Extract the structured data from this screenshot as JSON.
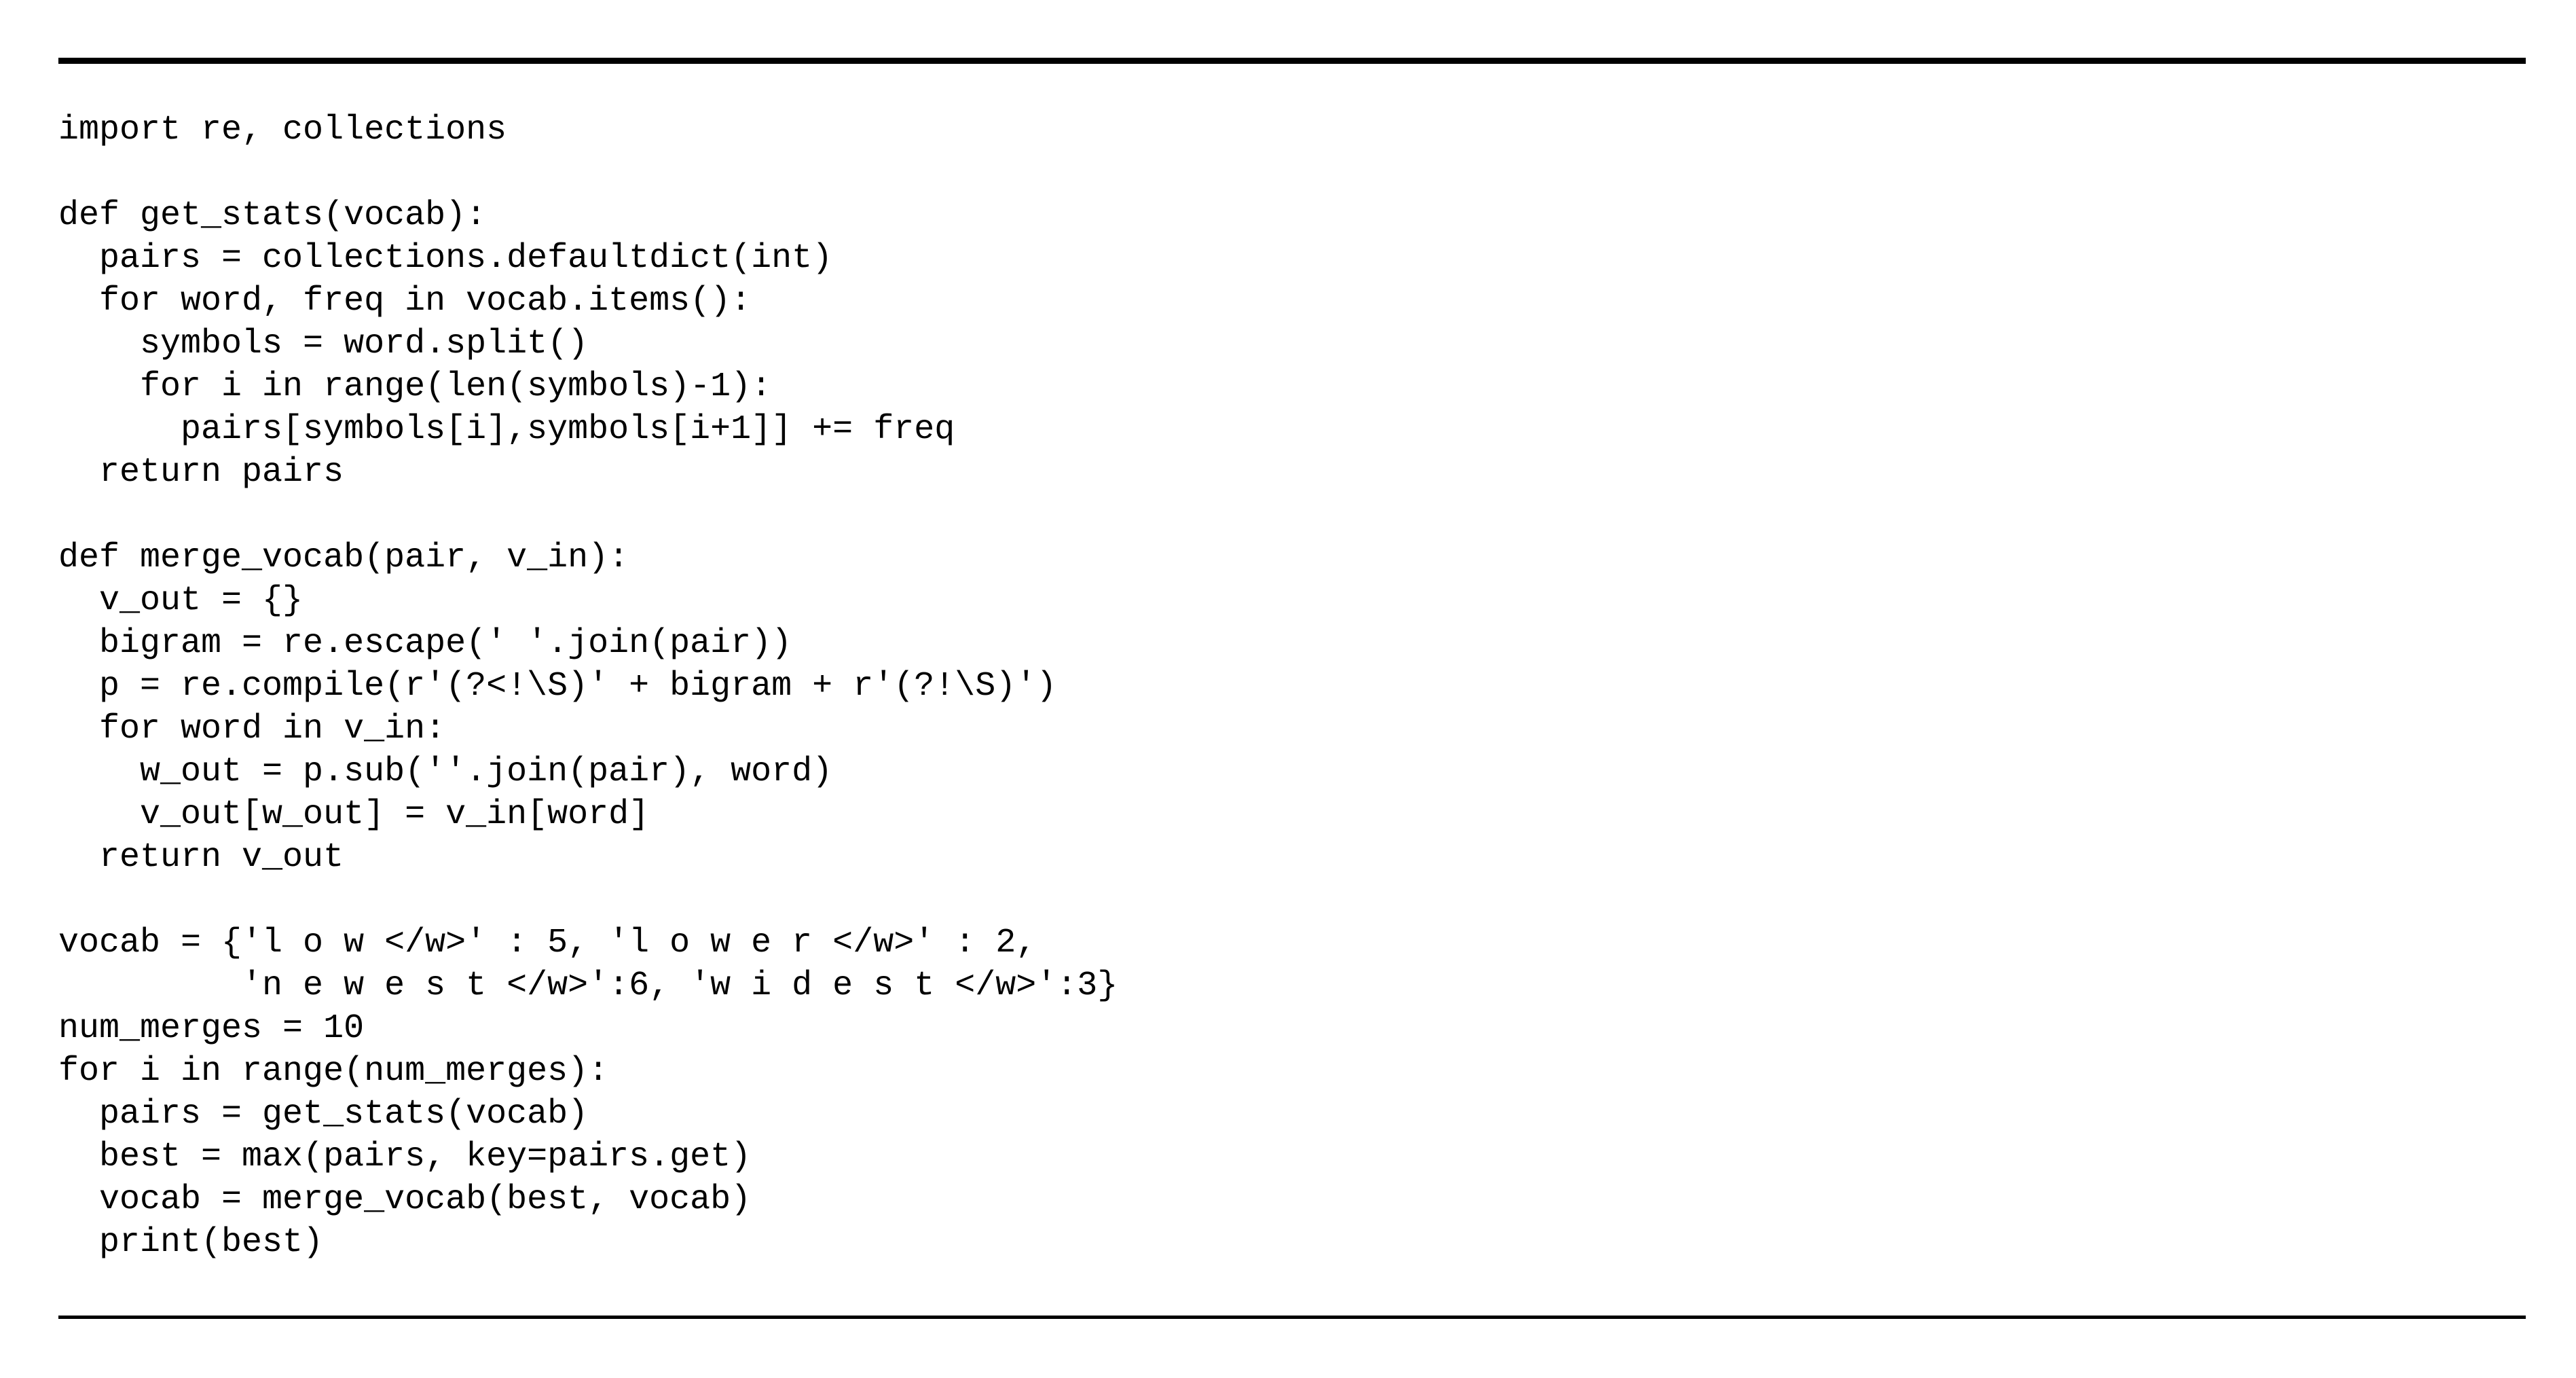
{
  "colors": {
    "background": "#ffffff",
    "text": "#000000",
    "rule": "#000000"
  },
  "figure": {
    "code_lines": [
      "import re, collections",
      "",
      "def get_stats(vocab):",
      "  pairs = collections.defaultdict(int)",
      "  for word, freq in vocab.items():",
      "    symbols = word.split()",
      "    for i in range(len(symbols)-1):",
      "      pairs[symbols[i],symbols[i+1]] += freq",
      "  return pairs",
      "",
      "def merge_vocab(pair, v_in):",
      "  v_out = {}",
      "  bigram = re.escape(' '.join(pair))",
      "  p = re.compile(r'(?<!\\S)' + bigram + r'(?!\\S)')",
      "  for word in v_in:",
      "    w_out = p.sub(''.join(pair), word)",
      "    v_out[w_out] = v_in[word]",
      "  return v_out",
      "",
      "vocab = {'l o w </w>' : 5, 'l o w e r </w>' : 2,",
      "         'n e w e s t </w>':6, 'w i d e s t </w>':3}",
      "num_merges = 10",
      "for i in range(num_merges):",
      "  pairs = get_stats(vocab)",
      "  best = max(pairs, key=pairs.get)",
      "  vocab = merge_vocab(best, vocab)",
      "  print(best)"
    ]
  }
}
